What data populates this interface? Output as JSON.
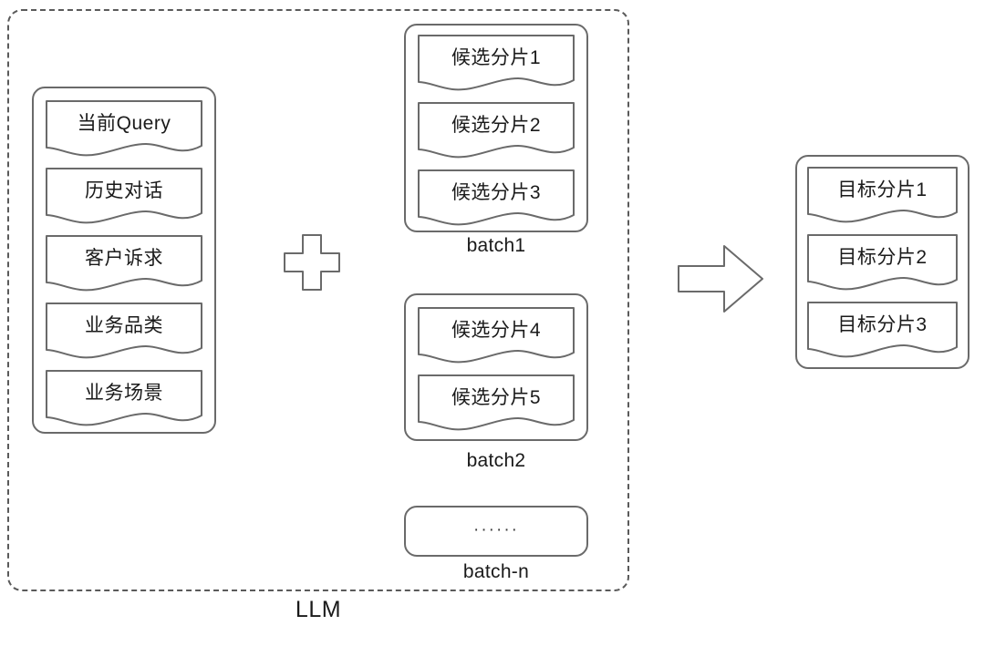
{
  "diagram": {
    "title": "LLM batched chunk selection flow",
    "llm_region_label": "LLM",
    "line_color": "#6a6a6a",
    "dash_color": "#5a5a5a",
    "text_color": "#1a1a1a",
    "background": "#ffffff"
  },
  "context_panel": {
    "name": "context-inputs",
    "items": [
      {
        "label": "当前Query"
      },
      {
        "label": "历史对话"
      },
      {
        "label": "客户诉求"
      },
      {
        "label": "业务品类"
      },
      {
        "label": "业务场景"
      }
    ]
  },
  "operators": {
    "plus": {
      "icon": "plus-icon",
      "label": "+"
    },
    "arrow": {
      "icon": "right-arrow-icon",
      "label": "→"
    }
  },
  "batches": [
    {
      "caption": "batch1",
      "chunks": [
        {
          "label": "候选分片1"
        },
        {
          "label": "候选分片2"
        },
        {
          "label": "候选分片3"
        }
      ]
    },
    {
      "caption": "batch2",
      "chunks": [
        {
          "label": "候选分片4"
        },
        {
          "label": "候选分片5"
        }
      ]
    },
    {
      "caption": "batch-n",
      "placeholder": "······",
      "chunks": []
    }
  ],
  "output_panel": {
    "name": "target-chunks",
    "items": [
      {
        "label": "目标分片1"
      },
      {
        "label": "目标分片2"
      },
      {
        "label": "目标分片3"
      }
    ]
  }
}
